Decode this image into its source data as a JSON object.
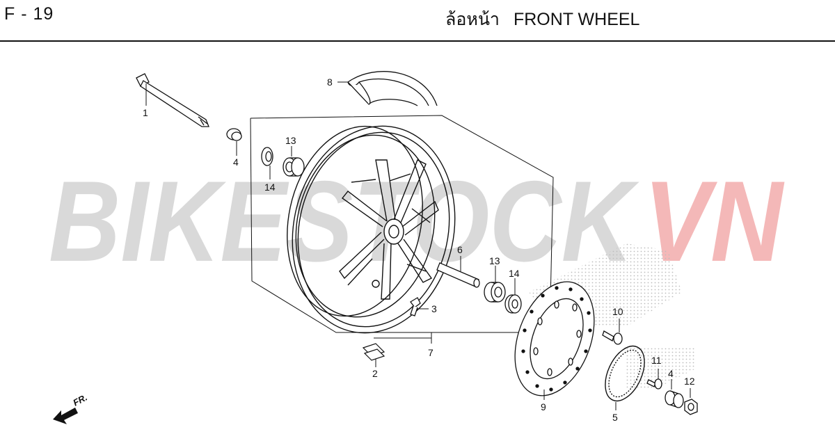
{
  "header": {
    "page_code": "F - 19",
    "title_thai": "ล้อหน้า",
    "title_en": "FRONT WHEEL"
  },
  "watermark": {
    "text_gray": "BIKESTOCK",
    "text_red": "VN",
    "color_gray": "#d9d9d9",
    "color_red": "#f4b8b8"
  },
  "direction": {
    "label": "FR."
  },
  "callouts": {
    "c1": "1",
    "c2": "2",
    "c3": "3",
    "c4a": "4",
    "c4b": "4",
    "c5": "5",
    "c6": "6",
    "c7": "7",
    "c8": "8",
    "c9": "9",
    "c10": "10",
    "c11": "11",
    "c12": "12",
    "c13a": "13",
    "c13b": "13",
    "c14a": "14",
    "c14b": "14"
  },
  "colors": {
    "line": "#111111",
    "background": "#ffffff"
  }
}
